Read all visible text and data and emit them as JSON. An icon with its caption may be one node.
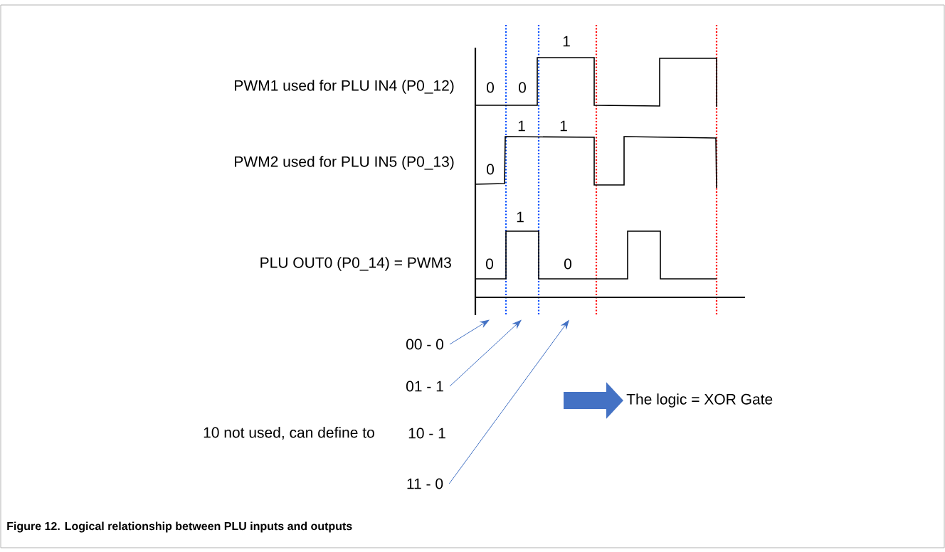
{
  "diagram": {
    "caption": "Figure 12. Logical relationship between PLU inputs and outputs",
    "nodes": [
      {
        "text": [],
        "shape": "picture"
      },
      {
        "text": [
          "00 - 0"
        ]
      },
      {
        "text": [
          "01 - 1"
        ]
      },
      {
        "text": [
          "The logic = XOR Gate"
        ]
      },
      {
        "text": [
          "11 - 0"
        ]
      }
    ],
    "edges": [
      {
        "from": 1,
        "to": 0,
        "arrow": "to"
      },
      {
        "from": 2,
        "to": 0,
        "arrow": "to"
      },
      {
        "from": null,
        "to": 3,
        "arrow": "to",
        "style": "thick"
      },
      {
        "from": 4,
        "to": 0,
        "arrow": "to"
      }
    ],
    "labels": [
      "1",
      "PWM1 used for PLU IN4 (P0_12)",
      "0",
      "0",
      "1",
      "1",
      "PWM2 used for PLU IN5 (P0_13)",
      "0",
      "1",
      "PLU OUT0 (P0_14) = PWM3",
      "0",
      "0",
      "10 not used, can define to",
      "10 - 1"
    ]
  }
}
